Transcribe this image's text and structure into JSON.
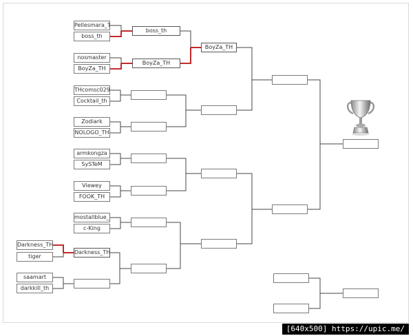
{
  "round1": [
    {
      "top": "Pellesmara_TH",
      "bottom": "boss_th"
    },
    {
      "top": "nosmaster",
      "bottom": "BoyZa_TH"
    },
    {
      "top": "THcomsc029",
      "bottom": "Cocktail_th"
    },
    {
      "top": "Zodiark",
      "bottom": "NOLOGO_TH"
    },
    {
      "top": "armkongza",
      "bottom": "SySTeM"
    },
    {
      "top": "Viewey",
      "bottom": "FOOK_TH"
    },
    {
      "top": "mostallblue_TH",
      "bottom": "c-King"
    },
    {
      "top": "Darkness_TH",
      "bottom": "tiger"
    },
    {
      "top": "saamart",
      "bottom": "darkkill_th"
    }
  ],
  "round2": [
    "boss_th",
    "BoyZa_TH",
    "",
    "",
    "",
    "",
    "",
    "Darkness_TH",
    ""
  ],
  "round3": [
    "BoyZa_TH",
    "",
    "",
    ""
  ],
  "semifinal": [
    "",
    ""
  ],
  "final": "",
  "third_place": {
    "top": "",
    "bottom": "",
    "winner": ""
  },
  "icons": {
    "trophy": "trophy-icon"
  },
  "colors": {
    "winner_line": "#bb1111",
    "line": "#444444"
  },
  "watermark": "[640x500] https://upic.me/"
}
